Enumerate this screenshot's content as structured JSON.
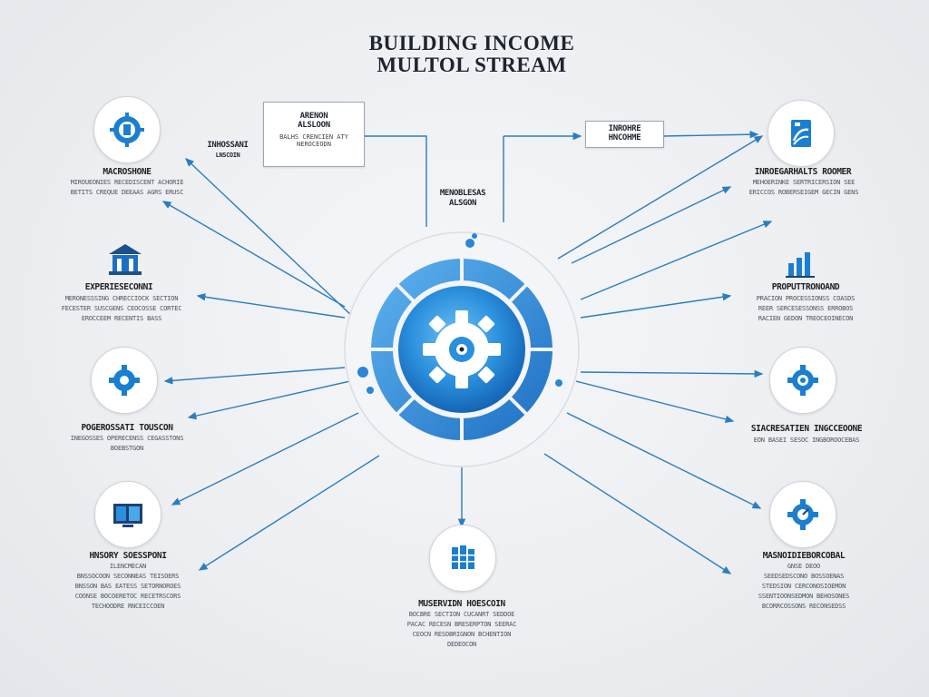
{
  "title": {
    "line1": "BUILDING INCOME",
    "line2": "MULTOL STREAM"
  },
  "colors": {
    "accent": "#1a7fd0",
    "accent_light": "#49a9ea",
    "dark": "#1d2430",
    "line": "#2a7dc0"
  },
  "top_box_left": {
    "line1": "ARENON",
    "line2": "ALSLOON",
    "line3": "BALHS CRENCIEN ATY",
    "line4": "NEROCEODN"
  },
  "top_box_right": {
    "line1": "INROHRE",
    "line2": "HNCOHME"
  },
  "side_label_left": {
    "line1": "INHOSSANI",
    "line2": "LNSCOIN"
  },
  "center_label": {
    "line1": "MENOBLESAS",
    "line2": "ALSGON"
  },
  "nodes": [
    {
      "id": "top-left",
      "icon": "gear-shield-icon",
      "title": "MACROSHONE",
      "desc": "MIROUEONIES RECEDISCENT ACHORIE\nBETITS CREQUE DEEAAS AGRS ERUSC"
    },
    {
      "id": "mid-left-1",
      "icon": "building-icon",
      "title": "EXPERIESECONNI",
      "desc": "MERONESSSING CHRECCIOCK SECTION\nFECESTER SUSCGENS CEOCOSSE CORTEC\nEROCCEEM RECENTIS BASS"
    },
    {
      "id": "mid-left-2",
      "icon": "gear-icon",
      "title": "POGEROSSATI TOUSCON",
      "desc": "INEGOSSES OPERECENSS CEGASSTONS\nBOEBSTGON"
    },
    {
      "id": "bottom-left",
      "icon": "monitor-icon",
      "title": "HNSORY SOESSPONI",
      "desc": "ILENCMECAN\nBNSSOCOON SECONNEAS TEISOERS\nBNSSON BAS EATESS SETORNOROES\nCOONSE BOCOERETOC RECETRSCORS\nTECHOODRE RNCEICCOEN"
    },
    {
      "id": "bottom-center",
      "icon": "bar-stack-icon",
      "title": "MUSERVIDN HOESCOIN",
      "desc": "BOCBRE SECTION CUCANRT SEDDOE\nPACAC RECESN BRESERPTON SEERAC\nCEOCN RESOBRIGNON BCHENTION\nDEDEOCON"
    },
    {
      "id": "top-right",
      "icon": "chart-card-icon",
      "title": "INROEGARHALTS ROOMER",
      "desc": "MEHOERINKE SERTRICERSION SEE\nERICCOS ROBERSEIGEM GECIN GENS"
    },
    {
      "id": "mid-right-1",
      "icon": "bar-chart-icon",
      "title": "PROPUTTRONOAND",
      "desc": "PRACION PROCESSIONSS COASDS\nREER SERCESESSONSS ERROBOS\nRACIEN GEDON TREOCEOINECON"
    },
    {
      "id": "mid-right-2",
      "icon": "gear-circle-icon",
      "title": "SIACRESATIEN INGCCEOONE",
      "desc": "EON BASEI SESOC INGBOROOCEBAS"
    },
    {
      "id": "bottom-right",
      "icon": "gear-dial-icon",
      "title": "MASNOIDIEBORCOBAL",
      "desc": "GNSE DEOO\nSEEDSEDSCONO BOSSOENAS\nSTEDSION CERCONOSIOEMON\nSSENTIOONSEDMON BEHOSONES\nBCORRCOSSONS RECONSEDSS"
    }
  ]
}
